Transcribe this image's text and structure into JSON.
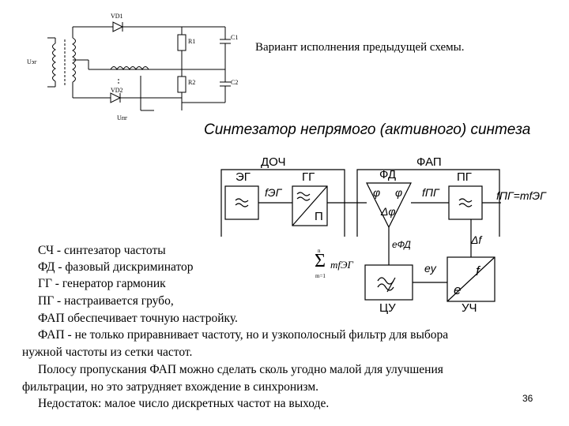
{
  "circuit": {
    "vd1": "VD1",
    "vd2": "VD2",
    "r1": "R1",
    "r2": "R2",
    "c1": "C1",
    "c2": "C2",
    "u_eg": "Uэг",
    "u_pg": "Uпг"
  },
  "top_caption": "Вариант исполнения предыдущей схемы.",
  "title": "Синтезатор непрямого (активного) синтеза",
  "diagram": {
    "doch": "ДОЧ",
    "fap": "ФАП",
    "eg": "ЭГ",
    "gg": "ГГ",
    "fd": "ФД",
    "pg": "ПГ",
    "p": "П",
    "f_eg": "fЭГ",
    "f_pg": "fПГ",
    "f_out": "fПГ=mfЭГ",
    "phi1": "φ",
    "phi2": "φ",
    "dphi": "Δφ",
    "e_fd": "eФД",
    "e_y": "eу",
    "delta_f": "Δf",
    "uch_f": "f",
    "uch_e": "e",
    "tsu": "ЦУ",
    "uch": "УЧ",
    "sum_top": "n",
    "sum_bottom": "m=1",
    "sum_body": "mfЭГ"
  },
  "legend": [
    "СЧ - синтезатор частоты",
    "ФД - фазовый дискриминатор",
    "ГГ - генератор гармоник",
    "ПГ - настраивается грубо,",
    "ФАП обеспечивает точную настройку."
  ],
  "paragraphs": [
    "ФАП - не только приравнивает частоту, но и узкополосный фильтр для выбора",
    "нужной частоты из сетки частот.",
    "Полосу пропускания ФАП можно сделать сколь угодно малой для улучшения",
    "фильтрации, но это затрудняет вхождение в синхронизм.",
    "Недостаток: малое число дискретных частот на выходе."
  ],
  "page_number": "36"
}
